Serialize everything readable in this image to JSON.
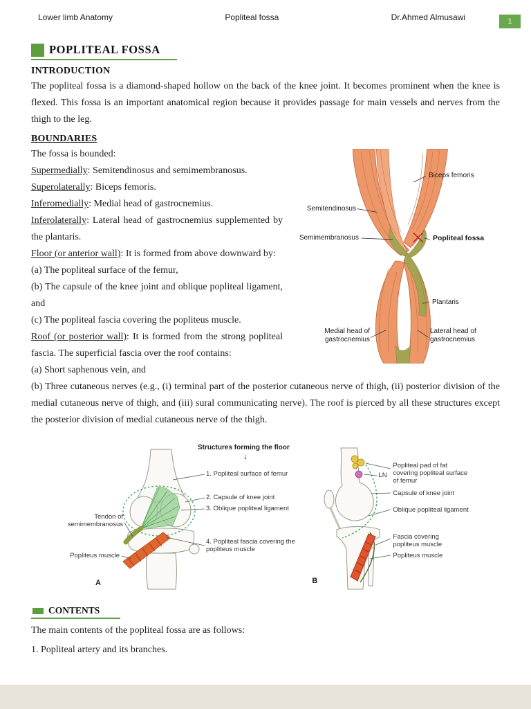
{
  "header": {
    "left": "Lower limb Anatomy",
    "center": "Popliteal fossa",
    "right": "Dr.Ahmed Almusawi",
    "page_number": "1"
  },
  "title": "POPLITEAL FOSSA",
  "sections": {
    "introduction": {
      "heading": "INTRODUCTION",
      "body": "The popliteal fossa is a diamond-shaped hollow on the back of the knee joint. It becomes prominent when the knee is flexed. This fossa is an important anatomical region because it provides passage for main vessels and nerves from the thigh to the leg."
    },
    "boundaries": {
      "heading": "BOUNDARIES",
      "intro": "The fossa is bounded:",
      "items": [
        {
          "term": "Supermedially",
          "rest": ": Semitendinosus and semimembranosus."
        },
        {
          "term": "Superolaterally",
          "rest": ": Biceps femoris."
        },
        {
          "term": "Inferomedially",
          "rest": ": Medial head of gastrocnemius."
        },
        {
          "term": "Inferolaterally",
          "rest": ": Lateral head of gastrocnemius supplemented by the plantaris."
        }
      ],
      "floor": {
        "term": "Floor (or anterior wall)",
        "rest": ": It is formed from above downward by:"
      },
      "floor_items": [
        "(a) The popliteal surface of the femur,",
        "(b) The capsule of the knee joint and oblique popliteal ligament, and",
        "(c) The popliteal fascia covering the popliteus muscle."
      ],
      "roof": {
        "term": "Roof (or posterior wall)",
        "rest": ": It is formed from the strong popliteal fascia. The superficial fascia over the roof contains:"
      },
      "roof_items": [
        "(a) Short saphenous vein, and",
        "(b) Three cutaneous nerves (e.g., (i) terminal part of the posterior cutaneous nerve of thigh, (ii) posterior division of the medial cutaneous nerve of thigh, and (iii) sural communicating nerve). The roof is pierced by all these structures except the posterior division of medial cutaneous nerve of the thigh."
      ]
    },
    "contents": {
      "heading": "CONTENTS",
      "intro": "The main contents of the popliteal fossa are as follows:",
      "items": [
        "1. Popliteal artery and its branches."
      ]
    }
  },
  "figure_fossa": {
    "labels": {
      "biceps": "Biceps femoris",
      "semitendinosus": "Semitendinosus",
      "semimembranosus": "Semimembranosus",
      "fossa": "Popliteal fossa",
      "plantaris": "Plantaris",
      "medial_head": "Medial head of gastrocnemius",
      "lateral_head": "Lateral head of gastrocnemius"
    }
  },
  "figure_floor": {
    "title": "Structures forming the floor",
    "arrow": "↓",
    "a": {
      "items": [
        "1. Popliteal surface of femur",
        "2. Capsule of knee joint",
        "3. Oblique popliteal ligament",
        "4. Popliteal fascia covering the popliteus muscle"
      ],
      "tendon_label": "Tendon of semimembranosus",
      "popliteus_label": "Popliteus muscle",
      "panel": "A"
    },
    "b": {
      "fat_label": "Popliteal pad of fat covering popliteal surface of femur",
      "ln_label": "LN",
      "capsule_label": "Capsule of knee joint",
      "oblique_label": "Oblique popliteal ligament",
      "fascia_label": "Fascia covering popliteus muscle",
      "popliteus_label": "Popliteus muscle",
      "panel": "B"
    }
  },
  "colors": {
    "accent_green": "#5f9e3e",
    "page_badge_green": "#6aa84f",
    "muscle_salmon": "#ed9668",
    "tendon_olive": "#a3a352",
    "ligament_green": "#8ecf8a",
    "popliteus_red": "#df5530",
    "marker_red": "#cc2020"
  }
}
